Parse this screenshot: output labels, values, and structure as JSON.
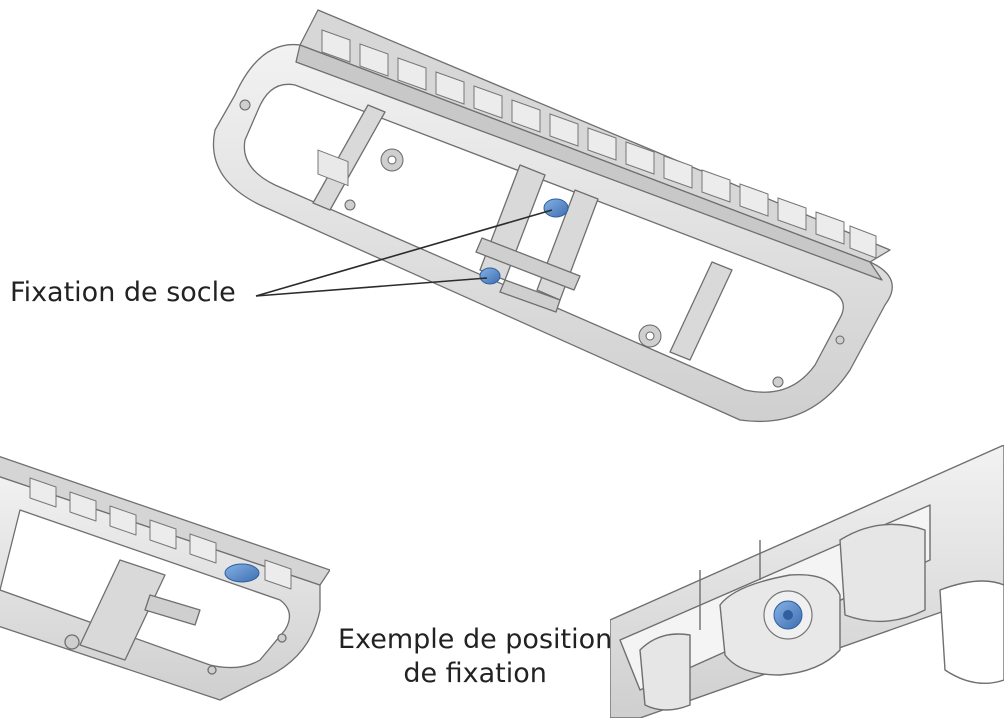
{
  "labels": {
    "fixation_socle": "Fixation de socle",
    "exemple_line1": "Exemple de position",
    "exemple_line2": "de fixation"
  },
  "colors": {
    "part_fill": "#e3e3e3",
    "part_dark": "#bdbdbd",
    "part_stroke": "#6f6f6f",
    "fixation_blue": "#4f86c6",
    "fixation_blue_dark": "#2f5f9e",
    "leader": "#2b2b2b"
  },
  "icons": {
    "fixation_marker": "blue-fixation-clip"
  }
}
